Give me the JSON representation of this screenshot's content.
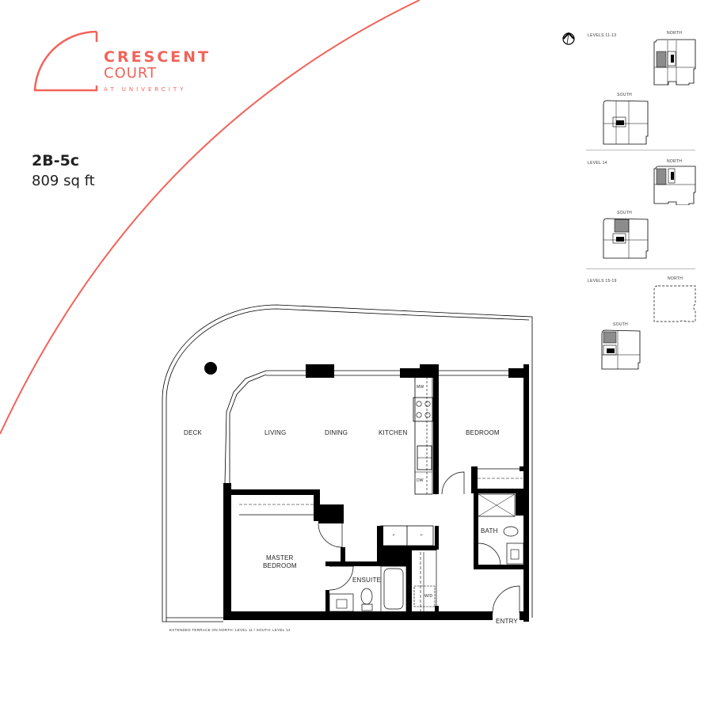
{
  "brand": {
    "line1": "CRESCENT",
    "line2": "COURT",
    "line3": "AT UNIVERCITY",
    "color": "#f2635a"
  },
  "unit": {
    "name": "2B-5c",
    "area": "809 sq ft"
  },
  "key_plans": {
    "compass_icon": "north-arrow",
    "sections": [
      {
        "label": "LEVELS 11-13",
        "north_label": "NORTH",
        "south_label": "SOUTH"
      },
      {
        "label": "LEVEL 14",
        "north_label": "NORTH",
        "south_label": "SOUTH"
      },
      {
        "label": "LEVELS 15-19",
        "north_label": "NORTH",
        "south_label": "SOUTH"
      }
    ],
    "highlight_color": "#8c8c8c"
  },
  "floorplan": {
    "rooms": {
      "deck": "DECK",
      "living": "LIVING",
      "dining": "DINING",
      "kitchen": "KITCHEN",
      "bedroom": "BEDROOM",
      "master_line1": "MASTER",
      "master_line2": "BEDROOM",
      "ensuite": "ENSUITE",
      "bath": "BATH",
      "entry": "ENTRY"
    },
    "appliances": {
      "microwave": "MW",
      "dishwasher": "DW",
      "washer_dryer": "W/D",
      "pantry1": "P",
      "pantry2": "P"
    },
    "note": "EXTENDED TERRACE ON NORTH: LEVEL 11 / SOUTH: LEVEL 14"
  }
}
